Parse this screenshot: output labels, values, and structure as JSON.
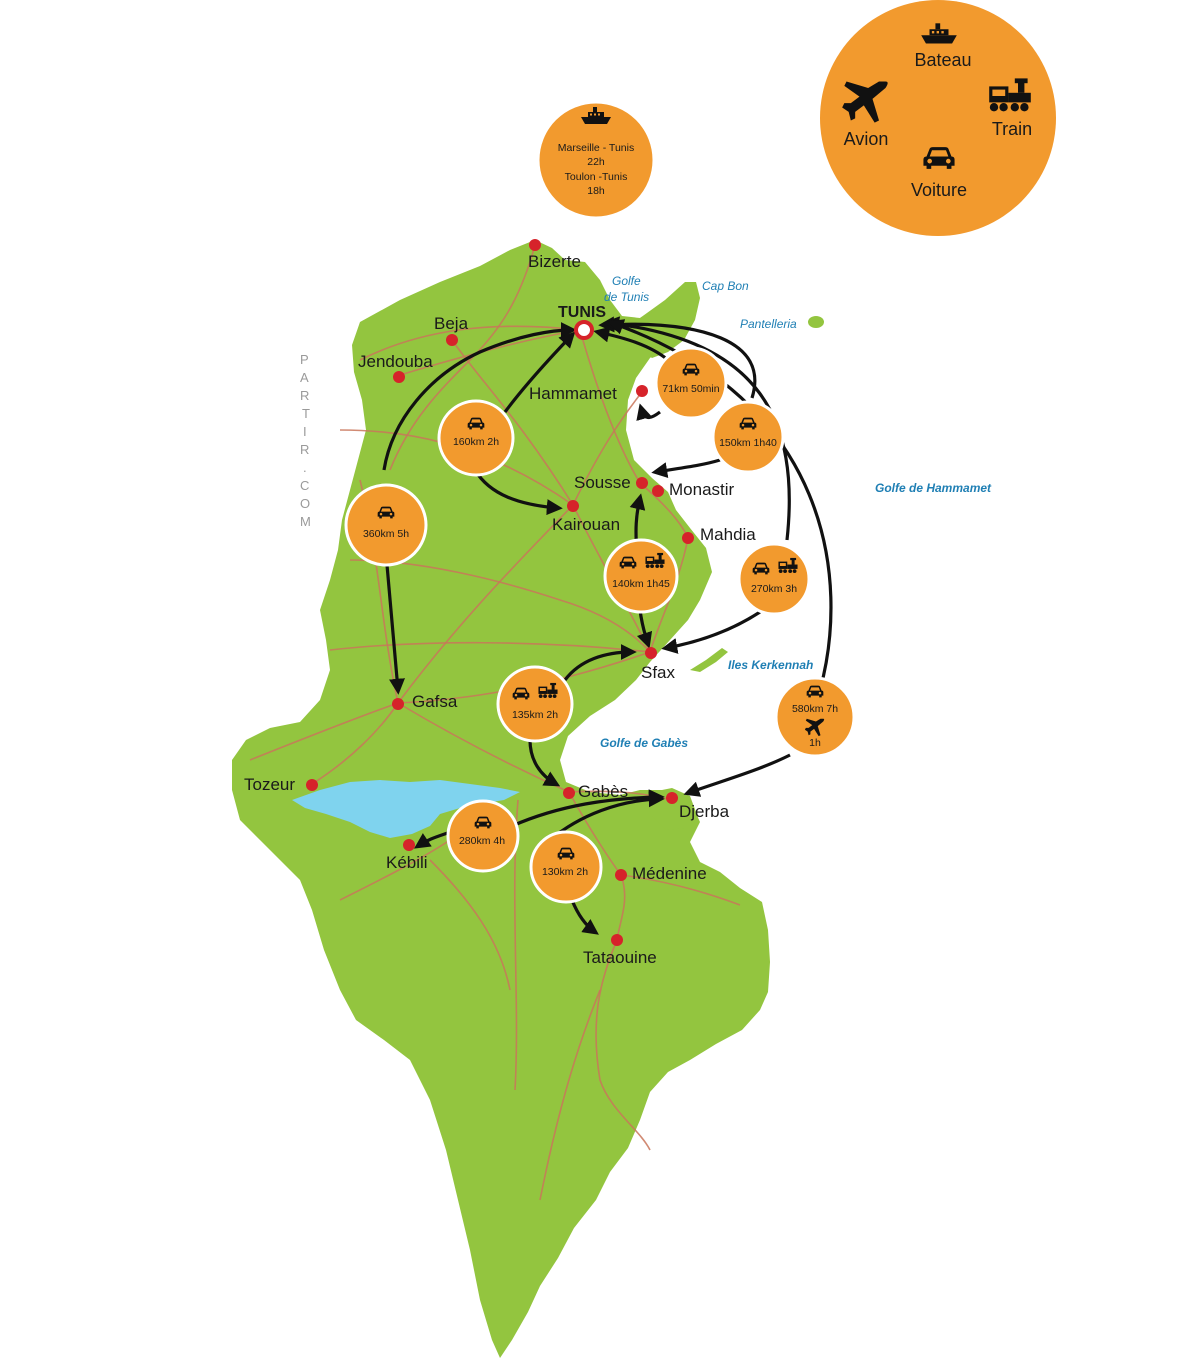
{
  "credit": "PARTIR.COM",
  "legend": {
    "boat": "Bateau",
    "plane": "Avion",
    "train": "Train",
    "car": "Voiture"
  },
  "ferry_badge": {
    "line1": "Marseille - Tunis",
    "line2": "22h",
    "line3": "Toulon -Tunis",
    "line4": "18h"
  },
  "cities": {
    "bizerte": "Bizerte",
    "tunis": "TUNIS",
    "beja": "Beja",
    "jendouba": "Jendouba",
    "hammamet": "Hammamet",
    "sousse": "Sousse",
    "monastir": "Monastir",
    "kairouan": "Kairouan",
    "mahdia": "Mahdia",
    "sfax": "Sfax",
    "gafsa": "Gafsa",
    "tozeur": "Tozeur",
    "gabes": "Gabès",
    "djerba": "Djerba",
    "kebili": "Kébili",
    "medenine": "Médenine",
    "tataouine": "Tataouine"
  },
  "seas": {
    "golfe_tunis_1": "Golfe",
    "golfe_tunis_2": "de Tunis",
    "cap_bon": "Cap Bon",
    "pantelleria": "Pantelleria",
    "golfe_hammamet": "Golfe de Hammamet",
    "kerkennah": "Iles Kerkennah",
    "golfe_gabes": "Golfe de Gabès"
  },
  "routes": {
    "tunis_hammamet": "71km 50min",
    "tunis_sousse": "150km 1h40",
    "tunis_kairouan": "160km 2h",
    "tunis_gafsa": "360km 5h",
    "sousse_sfax": "140km 1h45",
    "tunis_sfax": "270km 3h",
    "sfax_gabes": "135km 2h",
    "tunis_djerba_l1": "580km 7h",
    "tunis_djerba_l2": "1h",
    "gabes_kebili": "280km 4h",
    "djerba_tataouine": "130km 2h"
  },
  "colors": {
    "land": "#93c53f",
    "orange": "#f29a2e",
    "city": "#d6232a",
    "lake": "#7fd3ee",
    "sea_text": "#1f7fb4"
  }
}
